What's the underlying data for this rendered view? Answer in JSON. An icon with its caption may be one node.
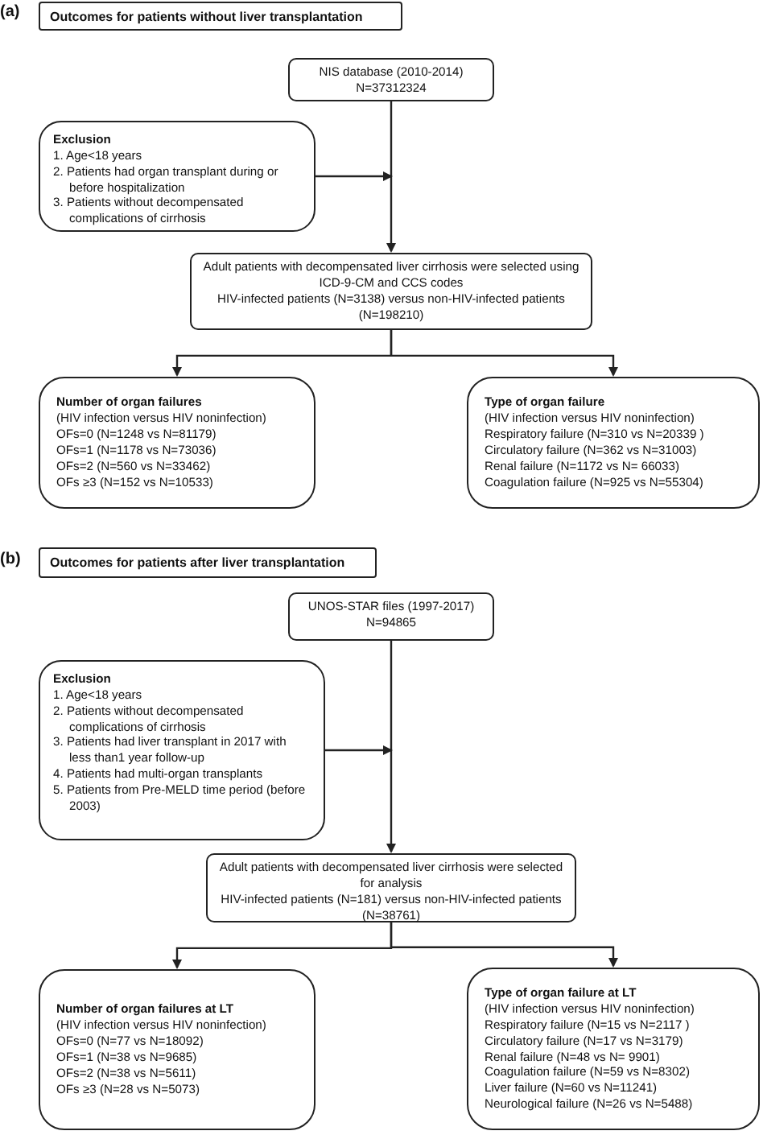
{
  "diagram": {
    "nodes": [
      {
        "text": [
          "Outcomes for patients without liver transplantation"
        ]
      },
      {
        "text": [
          "NIS database (2010-2014)",
          "N=37312324"
        ]
      },
      {
        "text": [
          "Exclusion",
          "1. Age<18 years",
          "2. Patients had organ transplant during or before hospitalization",
          "3. Patients without decompensated complications of cirrhosis"
        ]
      },
      {
        "text": [
          "Adult patients with decompensated liver cirrhosis were selected using ICD-9-CM and CCS codes",
          "HIV-infected patients (N=3138) versus non-HIV-infected patients (N=198210)"
        ]
      },
      {
        "text": [
          "Number of organ failures",
          "(HIV infection versus HIV noninfection)",
          "OFs=0 (N=1248 vs N=81179)",
          "OFs=1 (N=1178 vs N=73036)",
          "OFs=2 (N=560 vs N=33462)",
          "OFs ≥3 (N=152 vs N=10533)"
        ]
      },
      {
        "text": [
          "Type of organ failure",
          "(HIV infection versus HIV noninfection)",
          "Respiratory failure (N=310 vs N=20339 )",
          "Circulatory failure (N=362 vs N=31003)",
          "Renal failure (N=1172 vs N= 66033)",
          "Coagulation failure (N=925 vs N=55304)"
        ]
      },
      {
        "text": [
          "Outcomes for patients after liver transplantation"
        ]
      },
      {
        "text": [
          "UNOS-STAR files (1997-2017)",
          "N=94865"
        ]
      },
      {
        "text": [
          "Exclusion",
          "1. Age<18 years",
          "2. Patients without decompensated complications of cirrhosis",
          "3. Patients had liver transplant in 2017 with less than1 year follow-up",
          "4. Patients had multi-organ transplants",
          "5. Patients from Pre-MELD time period (before 2003)"
        ]
      },
      {
        "text": [
          "Adult patients with decompensated liver cirrhosis were selected for analysis",
          "HIV-infected patients (N=181) versus non-HIV-infected patients (N=38761)"
        ]
      },
      {
        "text": [
          "Number of organ failures at LT",
          "(HIV infection versus HIV noninfection)",
          "OFs=0 (N=77 vs N=18092)",
          "OFs=1 (N=38 vs N=9685)",
          "OFs=2 (N=38 vs N=5611)",
          "OFs ≥3 (N=28 vs N=5073)"
        ]
      },
      {
        "text": [
          "Type of organ failure at LT",
          "(HIV infection versus HIV noninfection)",
          "Respiratory failure (N=15 vs N=2117 )",
          "Circulatory failure (N=17 vs N=3179)",
          "Renal failure (N=48 vs N= 9901)",
          "Coagulation failure (N=59 vs N=8302)",
          "Liver failure (N=60 vs N=11241)",
          "Neurological failure (N=26 vs N=5488)"
        ]
      }
    ],
    "edges": [
      {
        "from": 1,
        "to": 3,
        "arrow": "to"
      },
      {
        "from": 2,
        "to": null,
        "arrow": "to"
      },
      {
        "from": 3,
        "to": 4,
        "arrow": "to"
      },
      {
        "from": 3,
        "to": 5,
        "arrow": "to"
      },
      {
        "from": 7,
        "to": 9,
        "arrow": "to"
      },
      {
        "from": 8,
        "to": null,
        "arrow": "to"
      },
      {
        "from": 9,
        "to": 10,
        "arrow": "to"
      },
      {
        "from": 9,
        "to": 11,
        "arrow": "to"
      }
    ],
    "labels": [
      "(a)",
      "(b)"
    ]
  }
}
